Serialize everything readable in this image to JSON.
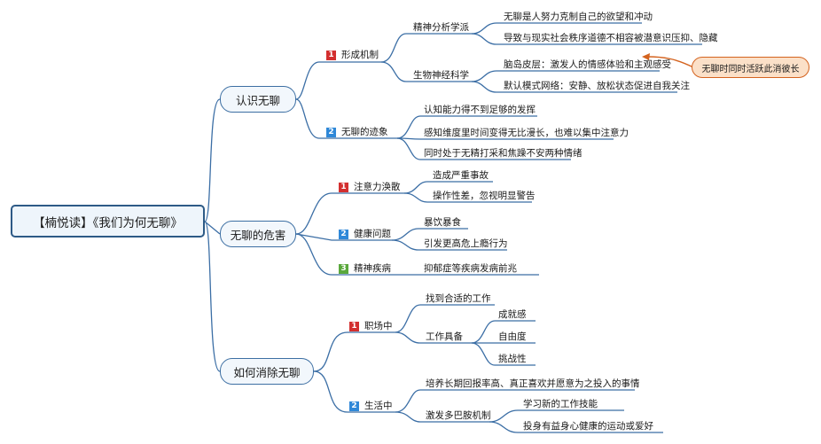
{
  "root": "【楠悦读】《我们为何无聊》",
  "branches": [
    {
      "label": "认识无聊",
      "children": [
        {
          "num": "1",
          "label": "形成机制",
          "groups": [
            {
              "label": "精神分析学派",
              "items": [
                "无聊是人努力克制自己的欲望和冲动",
                "导致与现实社会秩序道德不相容被潜意识压抑、隐藏"
              ]
            },
            {
              "label": "生物神经科学",
              "items": [
                "脑岛皮层：激发人的情感体验和主观感受",
                "默认模式网络：安静、放松状态促进自我关注"
              ]
            }
          ]
        },
        {
          "num": "2",
          "label": "无聊的迹象",
          "items": [
            "认知能力得不到足够的发挥",
            "感知维度里时间变得无比漫长，也难以集中注意力",
            "同时处于无精打采和焦躁不安两种情绪"
          ]
        }
      ]
    },
    {
      "label": "无聊的危害",
      "children": [
        {
          "num": "1",
          "label": "注意力涣散",
          "items": [
            "造成严重事故",
            "操作性差，忽视明显警告"
          ]
        },
        {
          "num": "2",
          "label": "健康问题",
          "items": [
            "暴饮暴食",
            "引发更高危上瘾行为"
          ]
        },
        {
          "num": "3",
          "label": "精神疾病",
          "items": [
            "抑郁症等疾病发病前兆"
          ]
        }
      ]
    },
    {
      "label": "如何消除无聊",
      "children": [
        {
          "num": "1",
          "label": "职场中",
          "items": [
            "找到合适的工作"
          ],
          "group": {
            "label": "工作具备",
            "items": [
              "成就感",
              "自由度",
              "挑战性"
            ]
          }
        },
        {
          "num": "2",
          "label": "生活中",
          "items": [
            "培养长期回报率高、真正喜欢并愿意为之投入的事情"
          ],
          "group": {
            "label": "激发多巴胺机制",
            "items": [
              "学习新的工作技能",
              "投身有益身心健康的运动或爱好"
            ]
          }
        }
      ]
    }
  ],
  "callout": "无聊时同时活跃此消彼长",
  "colors": {
    "line": "#3b6ea5",
    "root_border": "#2d5a86",
    "callout_border": "#d4631f",
    "callout_fill": "#fbe0c8",
    "badge_red": "#d32f2f",
    "badge_blue": "#2f88d8",
    "badge_green": "#5aa83c"
  }
}
